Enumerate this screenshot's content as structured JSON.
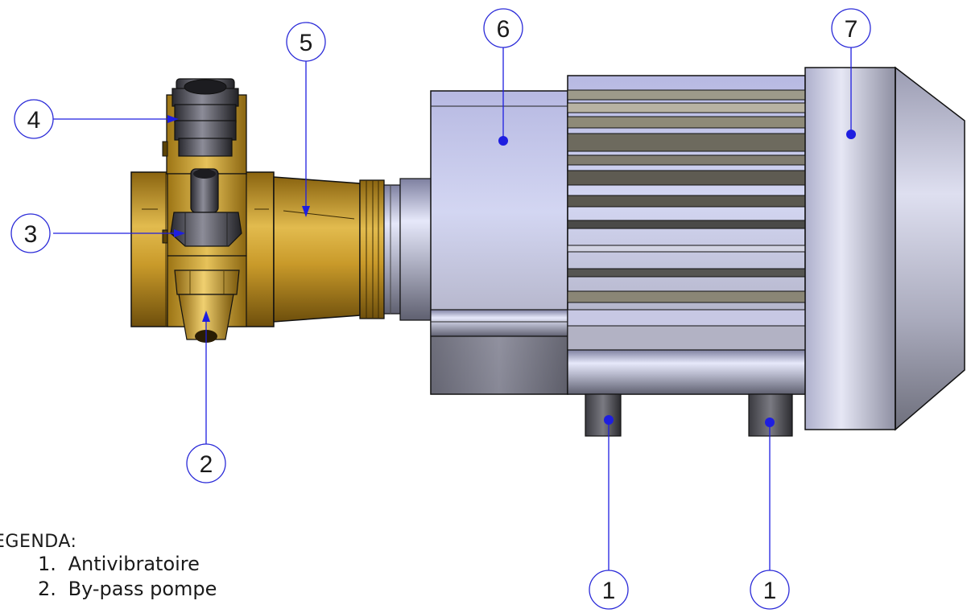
{
  "legend": {
    "title": "EGENDA:",
    "items": [
      {
        "number": "1.",
        "label": "Antivibratoire"
      },
      {
        "number": "2.",
        "label": "By-pass pompe"
      }
    ]
  },
  "callouts": [
    {
      "id": "callout-4",
      "label": "4"
    },
    {
      "id": "callout-3",
      "label": "3"
    },
    {
      "id": "callout-5",
      "label": "5"
    },
    {
      "id": "callout-6",
      "label": "6"
    },
    {
      "id": "callout-7",
      "label": "7"
    },
    {
      "id": "callout-2",
      "label": "2"
    },
    {
      "id": "callout-1a",
      "label": "1"
    },
    {
      "id": "callout-1b",
      "label": "1"
    }
  ],
  "colors": {
    "leader_line": "#1e1ee0",
    "callout_circle": "#2a2ad8",
    "brass": "#b08a2a",
    "motor_blue_grey": "#b4b8d8",
    "outline": "#111111"
  }
}
